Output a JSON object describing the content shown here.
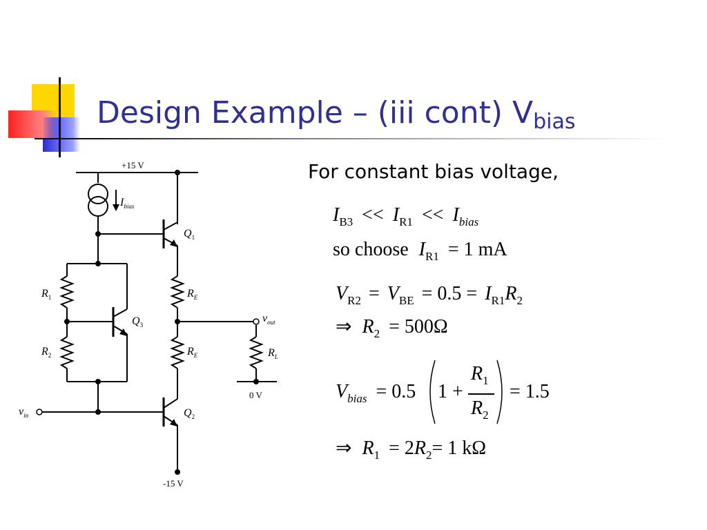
{
  "slide": {
    "title_main": "Design Example – (iii cont) V",
    "title_sub": "bias",
    "intro": "For constant bias voltage,"
  },
  "circuit": {
    "supply_pos": "+15 V",
    "supply_neg": "-15 V",
    "ground": "0 V",
    "ibias": {
      "I": "I",
      "sub": "bias"
    },
    "q1": {
      "Q": "Q",
      "sub": "1"
    },
    "q2": {
      "Q": "Q",
      "sub": "2"
    },
    "q3": {
      "Q": "Q",
      "sub": "3"
    },
    "r1": {
      "R": "R",
      "sub": "1"
    },
    "r2": {
      "R": "R",
      "sub": "2"
    },
    "re": {
      "R": "R",
      "sub": "E"
    },
    "rl": {
      "R": "R",
      "sub": "L"
    },
    "vout": {
      "v": "v",
      "sub": "out"
    },
    "vin": {
      "v": "v",
      "sub": "in"
    }
  },
  "equations": {
    "ib3": {
      "I": "I",
      "sub": "B3"
    },
    "ll": "<<",
    "ir1": {
      "I": "I",
      "sub": "R1"
    },
    "ibias": {
      "I": "I",
      "sub": "bias"
    },
    "so_choose": "so choose",
    "eq1": "= 1 mA",
    "vr2": {
      "V": "V",
      "sub": "R2"
    },
    "vbe": {
      "V": "V",
      "sub": "BE"
    },
    "eq2_mid": "= 0.5 =",
    "r2": {
      "R": "R",
      "sub": "2"
    },
    "implies": "⇒",
    "r2_value": "= 500Ω",
    "vbias": {
      "V": "V",
      "sub": "bias"
    },
    "eq3_left": "= 0.5",
    "one_plus": "1 +",
    "r1": {
      "R": "R",
      "sub": "1"
    },
    "eq3_right": "= 1.5",
    "r1_expr": "= 2",
    "r1_value": "= 1 kΩ"
  }
}
